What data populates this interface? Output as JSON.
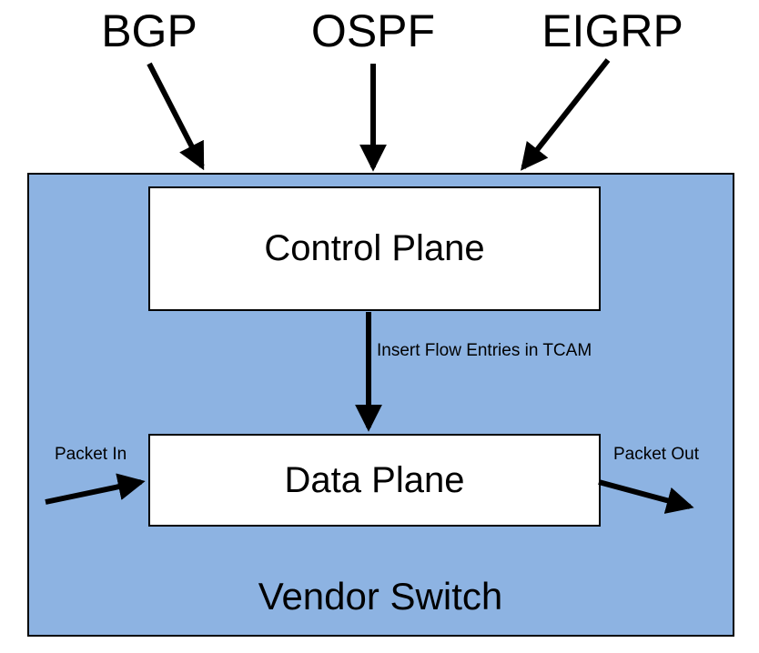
{
  "protocols": [
    "BGP",
    "OSPF",
    "EIGRP"
  ],
  "switch": {
    "label": "Vendor Switch",
    "fill_color": "#8db3e2"
  },
  "control_plane": {
    "label": "Control Plane"
  },
  "data_plane": {
    "label": "Data Plane"
  },
  "flow_label": "Insert Flow Entries in TCAM",
  "packet_in_label": "Packet In",
  "packet_out_label": "Packet Out"
}
